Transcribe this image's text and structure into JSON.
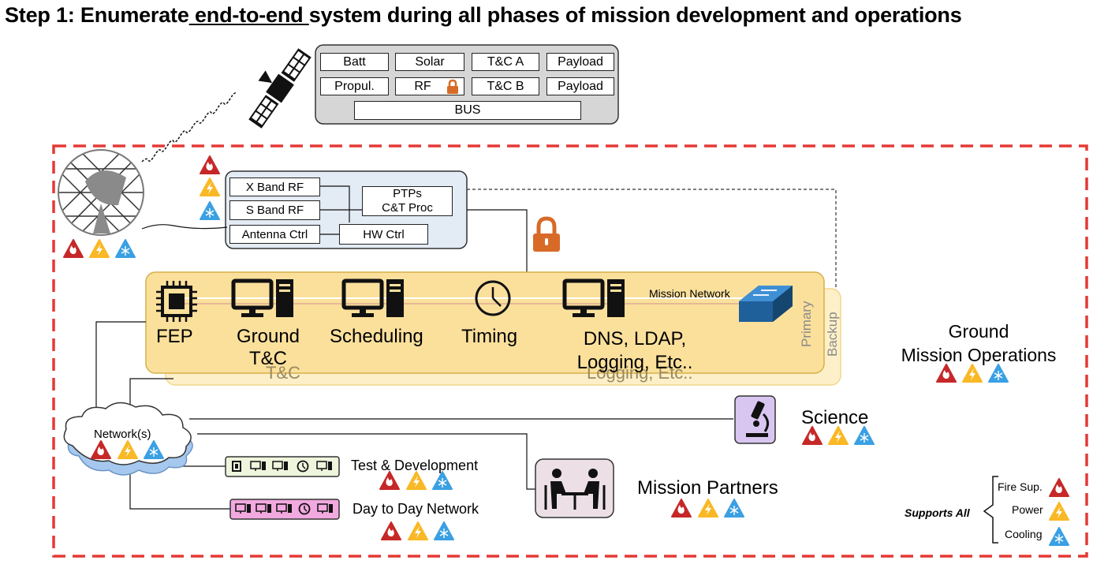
{
  "title": {
    "prefix": "Step 1: Enumerate",
    "underlined": " end-to-end ",
    "suffix": "system during all phases of mission development and operations"
  },
  "spacecraft": {
    "subsystems": [
      "Batt",
      "Solar",
      "T&C A",
      "Payload",
      "Propul.",
      "RF",
      "T&C B",
      "Payload"
    ],
    "bus": "BUS"
  },
  "ground_station": {
    "rf_modules": [
      "X Band RF",
      "S Band RF",
      "Antenna Ctrl"
    ],
    "processor": [
      "PTPs",
      "C&T Proc"
    ],
    "hw_ctrl": "HW Ctrl"
  },
  "mission_network": {
    "label": "Mission Network",
    "primary": "Primary",
    "backup": "Backup",
    "backup_text_1": "T&C",
    "backup_text_2": "Logging, Etc..",
    "components": [
      {
        "name": "FEP",
        "icon": "chip-icon"
      },
      {
        "name": "Ground\nT&C",
        "icon": "computer-icon"
      },
      {
        "name": "Scheduling",
        "icon": "computer-icon"
      },
      {
        "name": "Timing",
        "icon": "clock-icon"
      },
      {
        "name": "DNS, LDAP,\nLogging, Etc..",
        "icon": "computer-icon"
      }
    ]
  },
  "ground_ops": {
    "line1": "Ground",
    "line2": "Mission Operations"
  },
  "networks": "Network(s)",
  "science": "Science",
  "test_dev": "Test & Development",
  "day_to_day": "Day to Day Network",
  "partners": "Mission Partners",
  "legend": {
    "supports_all": "Supports All",
    "items": [
      "Fire Sup.",
      "Power",
      "Cooling"
    ]
  },
  "colors": {
    "fire": "#c62828",
    "power": "#f9b825",
    "cooling": "#3aa0e3",
    "boundary": "#e53935",
    "lock": "#d86a28",
    "network_band": "#fbe09c",
    "station_panel": "#e3ebf4",
    "science_box": "#d9c6f0",
    "test_bar": "#eef5dc",
    "day_bar": "#f2a9df"
  }
}
